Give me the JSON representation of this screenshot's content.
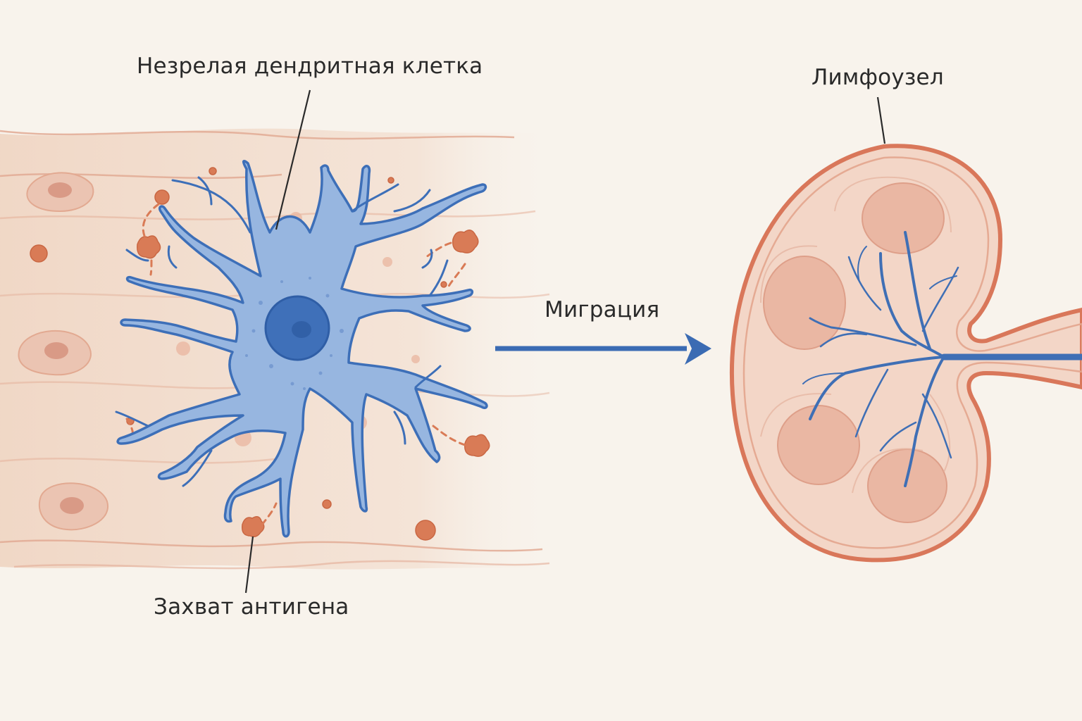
{
  "labels": {
    "immature_dc": "Незрелая дендритная клетка",
    "antigen_capture": "Захват антигена",
    "migration": "Миграция",
    "lymph_node": "Лимфоузел"
  },
  "colors": {
    "background": "#f8f3ec",
    "tissue": "#f1d9c8",
    "tissue_line": "#e0a890",
    "cell_blue": "#8fb0de",
    "cell_outline": "#3d6fb8",
    "nucleus": "#3f70b9",
    "antigen": "#d87a55",
    "node_capsule": "#d9775a",
    "node_fill": "#f2d5c6",
    "follicle": "#e8b5a2",
    "vessel": "#3f6fb5",
    "arrow": "#3b6bb3"
  }
}
